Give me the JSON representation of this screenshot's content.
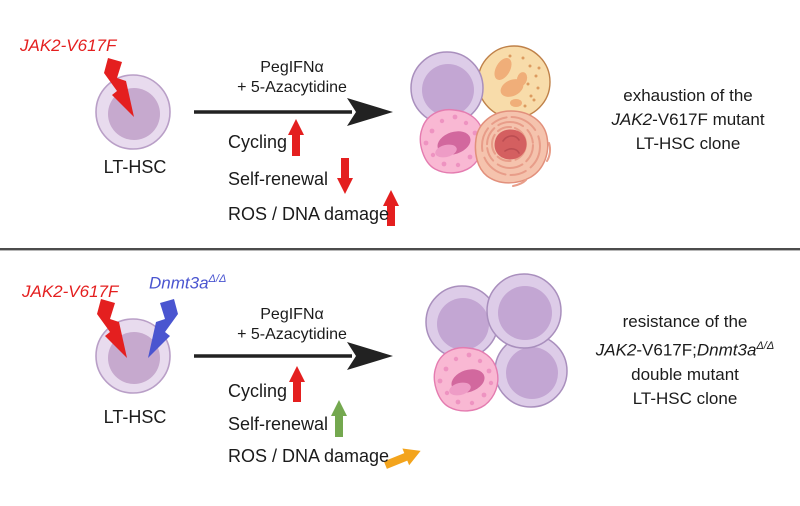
{
  "colors": {
    "red": "#e41f1f",
    "blue": "#4a55d0",
    "green": "#74a84f",
    "orange": "#f3a41d",
    "arrow_black": "#222222",
    "divider": "#4c4c4c",
    "text": "#1b1b1b",
    "cell_outer": "#e8dbee",
    "cell_stroke": "#b99fc7",
    "cell_inner": "#c6a9ce",
    "hsc_outer": "#ddcce8",
    "hsc_stroke": "#a98fbd",
    "hsc_inner": "#c3a6d3",
    "mono_fill": "#f8dcaa",
    "mono_stroke": "#bf8149",
    "mono_blob": "#f0ae79",
    "mono_dot": "#dc9b60",
    "eos_fill": "#f9b8d3",
    "eos_stroke": "#e47cb0",
    "eos_dot": "#ee93c1",
    "eos_nucleus": "#d2689e",
    "eos_nucleus_hi": "#ee9cc6",
    "meg_fill": "#f5c3ad",
    "meg_stroke": "#e2907c",
    "meg_line": "#e89d89",
    "meg_core": "#d45f60",
    "meg_core_line": "#bb4d52"
  },
  "top": {
    "gene_label": "JAK2-V617F",
    "cell_label": "LT-HSC",
    "treatment": {
      "line1": "PegIFNα",
      "line2": "+ 5-Azacytidine"
    },
    "effects": [
      {
        "label": "Cycling",
        "trend": "up",
        "color": "#e41f1f"
      },
      {
        "label": "Self-renewal",
        "trend": "down",
        "color": "#e41f1f"
      },
      {
        "label": "ROS / DNA damage",
        "trend": "up",
        "color": "#e41f1f"
      }
    ],
    "caption": {
      "line1": "exhaustion of the",
      "line2_gene": "JAK2",
      "line2_rest": "-V617F mutant",
      "line3": "LT-HSC clone"
    }
  },
  "bottom": {
    "gene_label": "JAK2-V617F",
    "gene2": {
      "name": "Dnmt3a",
      "sup": "Δ/Δ"
    },
    "cell_label": "LT-HSC",
    "treatment": {
      "line1": "PegIFNα",
      "line2": "+ 5-Azacytidine"
    },
    "effects": [
      {
        "label": "Cycling",
        "trend": "up",
        "color": "#e41f1f"
      },
      {
        "label": "Self-renewal",
        "trend": "up",
        "color": "#74a84f"
      },
      {
        "label": "ROS / DNA damage",
        "trend": "flat",
        "color": "#f3a41d"
      }
    ],
    "caption": {
      "line1": "resistance of the",
      "line2_gene1": "JAK2",
      "line2_mid": "-V617F;",
      "line2_gene2": "Dnmt3a",
      "line2_sup": "Δ/Δ",
      "line3": "double mutant",
      "line4": "LT-HSC clone"
    }
  }
}
